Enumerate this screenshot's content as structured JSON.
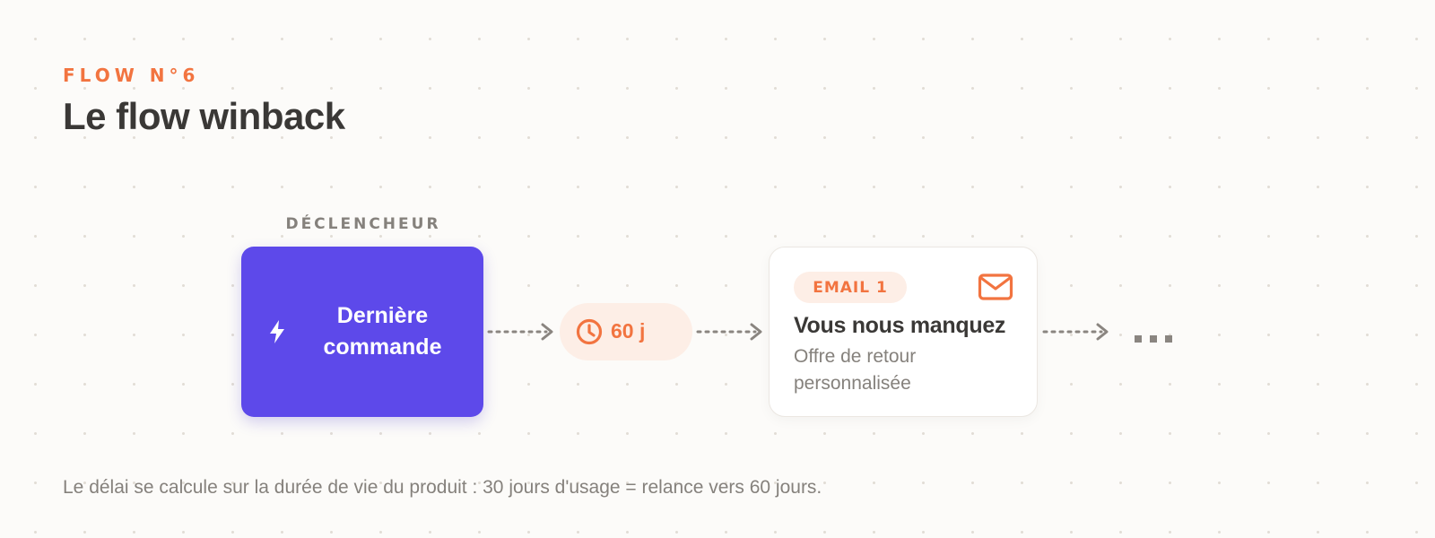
{
  "header": {
    "eyebrow": "FLOW N°6",
    "title": "Le flow winback"
  },
  "trigger": {
    "label": "DÉCLENCHEUR",
    "icon": "lightning-bolt-icon",
    "text": "Dernière\ncommande",
    "color": "#5d49ea"
  },
  "delay": {
    "icon": "clock-icon",
    "text": "60 j"
  },
  "email": {
    "badge": "EMAIL 1",
    "icon": "envelope-icon",
    "title": "Vous nous manquez",
    "subtitle": "Offre de retour personnalisée"
  },
  "continuation": "...",
  "footer": {
    "note": "Le délai se calcule sur la durée de vie du produit : 30 jours d'usage = relance vers 60 jours."
  },
  "colors": {
    "accent": "#f27440",
    "accent_soft": "#fdeee6",
    "text_dark": "#3a3836",
    "text_muted": "#85817c",
    "background": "#fcfbf9"
  }
}
